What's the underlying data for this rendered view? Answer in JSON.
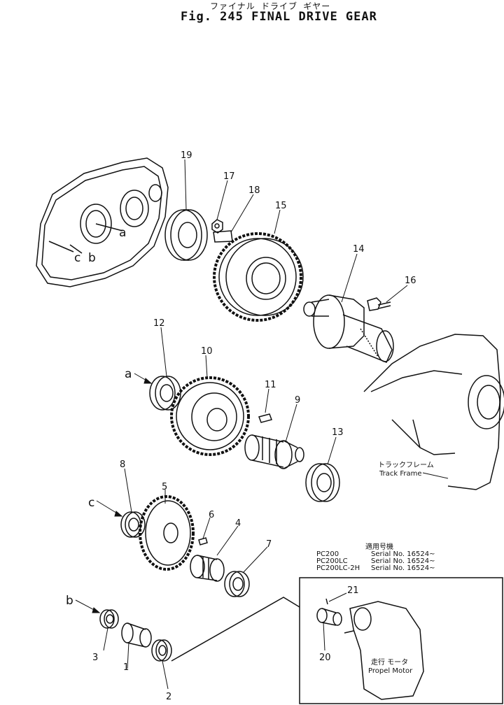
{
  "title": {
    "japanese": "ファイナル ドライブ ギヤー",
    "english": "Fig. 245   FINAL DRIVE GEAR"
  },
  "callouts": [
    "1",
    "2",
    "3",
    "4",
    "5",
    "6",
    "7",
    "8",
    "9",
    "10",
    "11",
    "12",
    "13",
    "14",
    "15",
    "16",
    "17",
    "18",
    "19",
    "20",
    "21"
  ],
  "letters": {
    "a": "a",
    "b": "b",
    "c": "c"
  },
  "track_frame": {
    "japanese": "トラックフレーム",
    "english": "Track Frame"
  },
  "propel_motor": {
    "japanese": "走行 モータ",
    "english": "Propel Motor"
  },
  "applicability": {
    "header": "適用号機",
    "rows": [
      {
        "model": "PC200",
        "serial": "Serial No. 16524~"
      },
      {
        "model": "PC200LC",
        "serial": "Serial No. 16524~"
      },
      {
        "model": "PC200LC-2H",
        "serial": "Serial No. 16524~"
      }
    ]
  }
}
